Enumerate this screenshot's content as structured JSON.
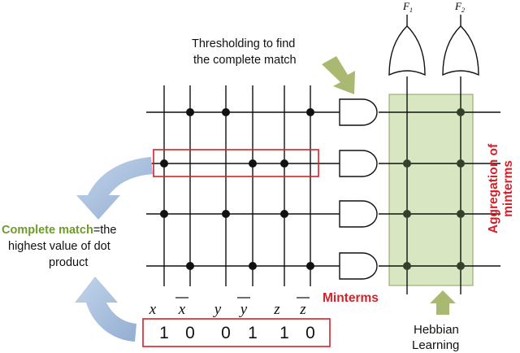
{
  "colors": {
    "accent_red": "#d2222a",
    "accent_green": "#6f9a2c",
    "arrow_blue": "#a7bfdc",
    "arrow_green": "#a9b972",
    "panel_fill": "#d8e6c2",
    "panel_stroke": "#8aa060",
    "dot": "#111111",
    "dot_green": "#33402a"
  },
  "labels": {
    "thresholding_line1": "Thresholding to find",
    "thresholding_line2": "the complete match",
    "aggregation_line1": "Aggregation of",
    "aggregation_line2": "minterms",
    "minterms": "Minterms",
    "hebbian_line1": "Hebbian",
    "hebbian_line2": "Learning",
    "complete_match_highlight": "Complete match",
    "complete_match_rest": "=the",
    "complete_match_line2": "highest value of dot",
    "complete_match_line3": "product"
  },
  "outputs": [
    "F1",
    "F2"
  ],
  "input_vars": [
    {
      "name": "x",
      "bar": false
    },
    {
      "name": "x",
      "bar": true
    },
    {
      "name": "y",
      "bar": false
    },
    {
      "name": "y",
      "bar": true
    },
    {
      "name": "z",
      "bar": false
    },
    {
      "name": "z",
      "bar": true
    }
  ],
  "input_vector": [
    "1",
    "0",
    "0",
    "1",
    "1",
    "0"
  ],
  "crossbar_connections": [
    [
      0,
      1,
      1,
      0,
      0,
      1
    ],
    [
      1,
      0,
      0,
      1,
      1,
      0
    ],
    [
      1,
      0,
      1,
      0,
      1,
      0
    ],
    [
      0,
      1,
      0,
      1,
      0,
      1
    ]
  ],
  "or_connections": [
    [
      0,
      1
    ],
    [
      1,
      1
    ],
    [
      1,
      1
    ],
    [
      1,
      1
    ]
  ],
  "highlighted_row": 1
}
